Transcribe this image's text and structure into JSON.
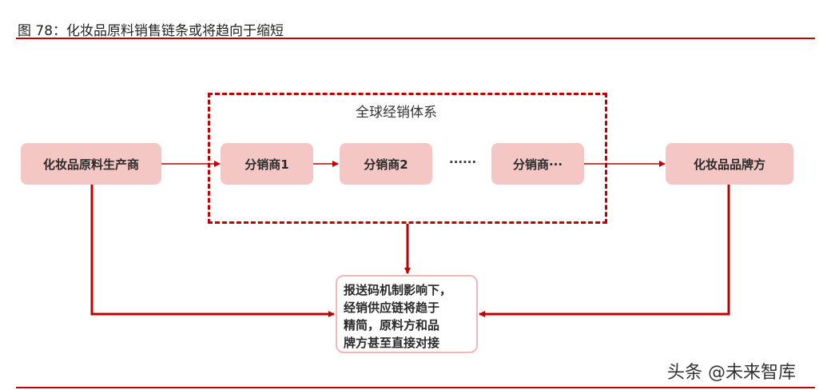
{
  "title": "图 78：化妆品原料销售链条或将趋向于缩短",
  "nodes": {
    "producer": "化妆品原料生产商",
    "distributor1": "分销商1",
    "distributor2": "分销商2",
    "ellipsis": "······",
    "distributor_n": "分销商···",
    "brand": "化妆品品牌方"
  },
  "distribution_system_label": "全球经销体系",
  "note_text": "报送码机制影响下，\n经销供应链将趋于\n精简，原料方和品\n牌方甚至直接对接",
  "watermark": "头条 @未来智库",
  "colors": {
    "accent": "#c00000",
    "node_fill": "#f4c7c5"
  }
}
